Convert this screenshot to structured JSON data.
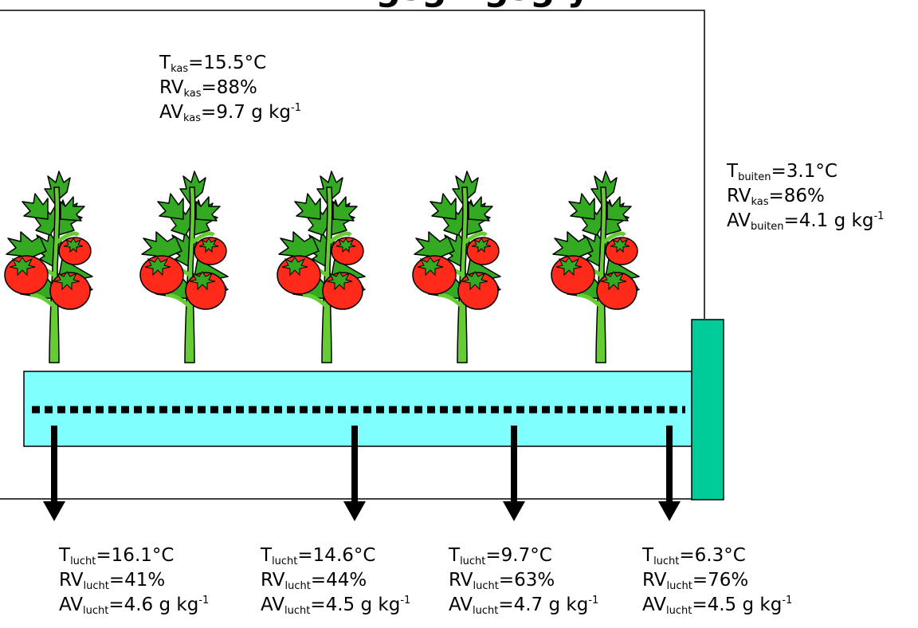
{
  "title": "ngsg    ngsg    y",
  "kas": {
    "t_sym": "T",
    "t_sub": "kas",
    "t_val": "=15.5°C",
    "rv_sym": "RV",
    "rv_sub": "kas",
    "rv_val": "=88%",
    "av_sym": "AV",
    "av_sub": "kas",
    "av_val": "=9.7 g kg",
    "av_exp": "-1"
  },
  "buiten": {
    "t_sym": "T",
    "t_sub": "buiten",
    "t_val": "=3.1°C",
    "rv_sym": "RV",
    "rv_sub": "kas",
    "rv_val": "=86%",
    "av_sym": "AV",
    "av_sub": "buiten",
    "av_val": "=4.1 g kg",
    "av_exp": "-1"
  },
  "lucht": [
    {
      "t_sym": "T",
      "t_sub": "lucht",
      "t_val": "=16.1°C",
      "rv_sym": "RV",
      "rv_sub": "lucht",
      "rv_val": "=41%",
      "av_sym": "AV",
      "av_sub": "lucht",
      "av_val": "=4.6 g kg",
      "av_exp": "-1"
    },
    {
      "t_sym": "T",
      "t_sub": "lucht",
      "t_val": "=14.6°C",
      "rv_sym": "RV",
      "rv_sub": "lucht",
      "rv_val": "=44%",
      "av_sym": "AV",
      "av_sub": "lucht",
      "av_val": "=4.5 g kg",
      "av_exp": "-1"
    },
    {
      "t_sym": "T",
      "t_sub": "lucht",
      "t_val": "=9.7°C",
      "rv_sym": "RV",
      "rv_sub": "lucht",
      "rv_val": "=63%",
      "av_sym": "AV",
      "av_sub": "lucht",
      "av_val": "=4.7 g kg",
      "av_exp": "-1"
    },
    {
      "t_sym": "T",
      "t_sub": "lucht",
      "t_val": "=6.3°C",
      "rv_sym": "RV",
      "rv_sub": "lucht",
      "rv_val": "=76%",
      "av_sym": "AV",
      "av_sub": "lucht",
      "av_val": "=4.5 g kg",
      "av_exp": "-1"
    }
  ],
  "colors": {
    "duct": "#80ffff",
    "fan": "#00cc99",
    "stem": "#66cc33",
    "leaf": "#33aa22",
    "leaf_dark": "#1f6b14",
    "tomato": "#ff2a1a",
    "outline": "#000000"
  },
  "icons": {
    "plant": "tomato-plant-icon",
    "arrow": "arrow-down-icon",
    "fan": "fan-unit-icon"
  }
}
